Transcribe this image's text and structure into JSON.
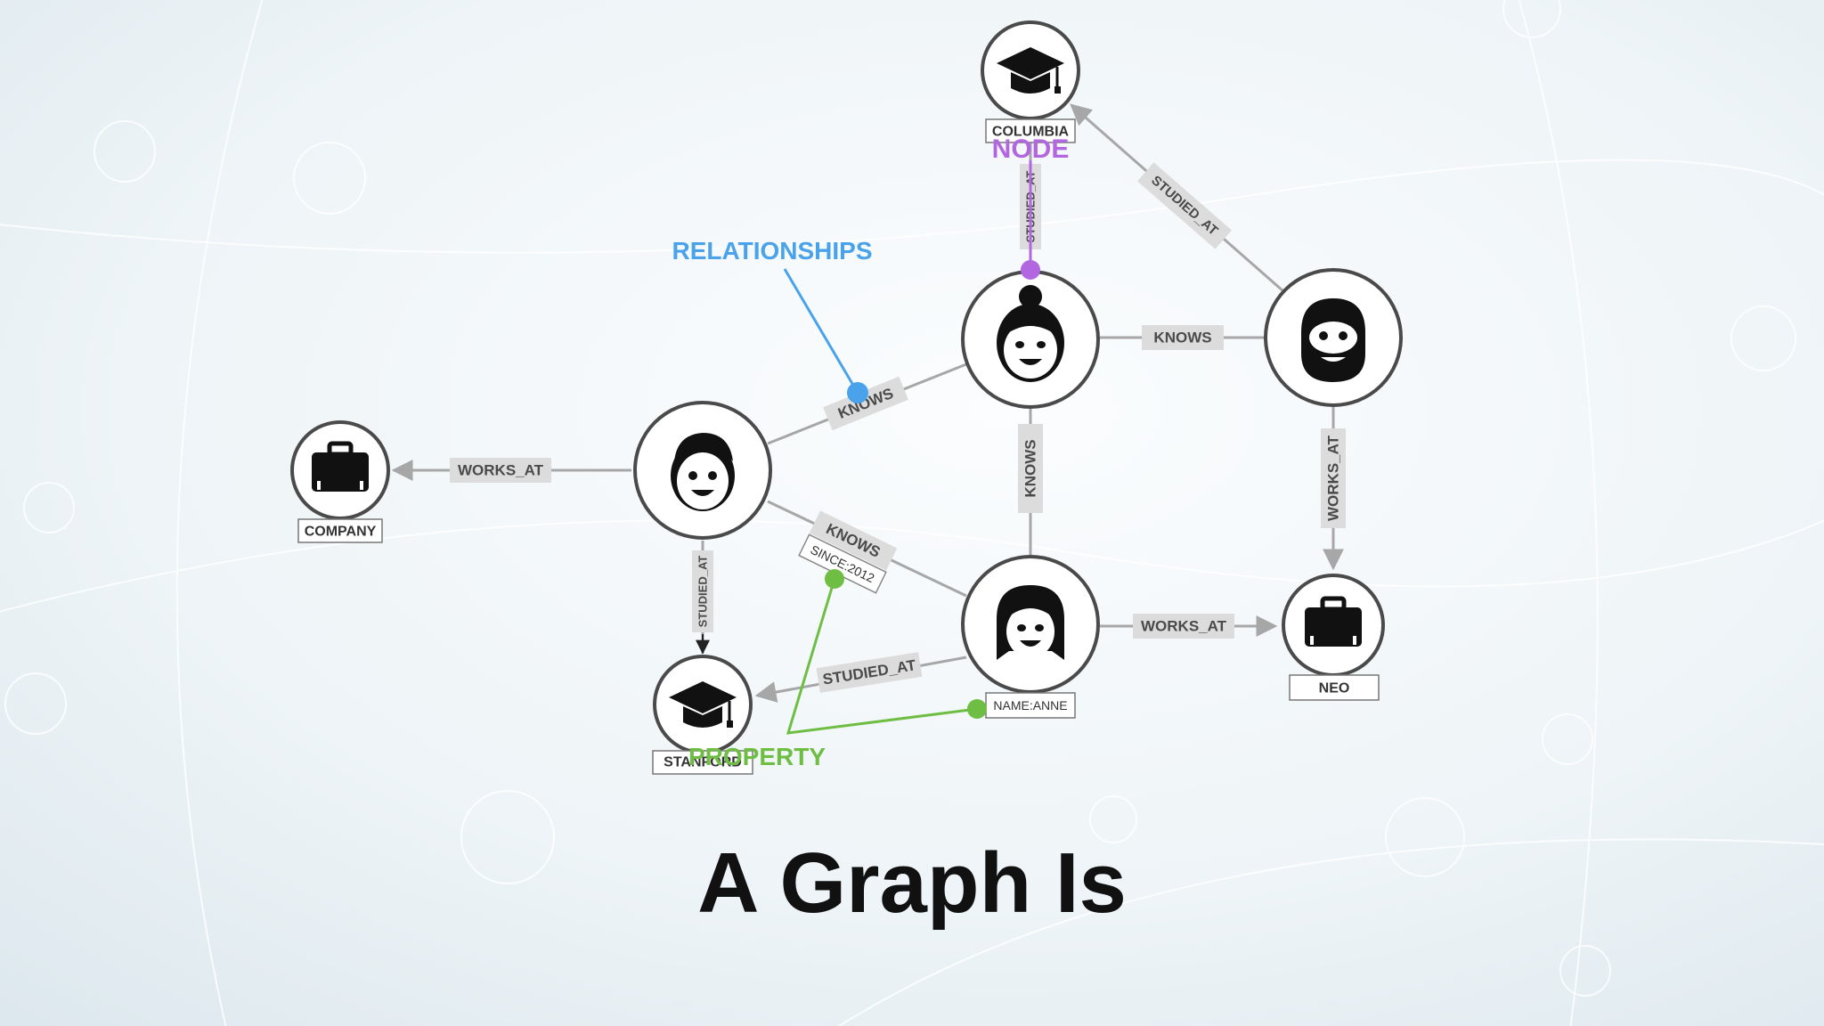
{
  "title": "A Graph Is",
  "colors": {
    "node_accent": "#b266e0",
    "relationship_accent": "#4aa3ea",
    "property_accent": "#6fbe44",
    "edge": "#a7a7a7",
    "label_bg": "#dcdcdc",
    "ink": "#111111"
  },
  "nodes": {
    "columbia": {
      "caption": "COLUMBIA",
      "icon": "graduation-cap-icon"
    },
    "company": {
      "caption": "COMPANY",
      "icon": "briefcase-icon"
    },
    "stanford": {
      "caption": "STANFORD",
      "icon": "graduation-cap-icon"
    },
    "neo": {
      "caption": "NEO",
      "icon": "briefcase-icon"
    },
    "woman_bun": {
      "caption": "",
      "icon": "woman-bun-face-icon"
    },
    "man": {
      "caption": "",
      "icon": "man-face-icon"
    },
    "bearded": {
      "caption": "",
      "icon": "bearded-man-face-icon"
    },
    "anne": {
      "caption": "NAME:ANNE",
      "icon": "woman-long-hair-face-icon"
    }
  },
  "edges": {
    "bun_studied_columbia": "STUDIED_AT",
    "bearded_studied_columbia": "STUDIED_AT",
    "bun_knows_bearded": "KNOWS",
    "man_knows_bun": "KNOWS",
    "bun_knows_anne": "KNOWS",
    "bearded_works_neo": "WORKS_AT",
    "man_works_company": "WORKS_AT",
    "man_knows_anne": "KNOWS",
    "man_knows_anne_property": "SINCE:2012",
    "man_studied_stanford": "STUDIED_AT",
    "anne_studied_stanford": "STUDIED_AT",
    "anne_works_neo": "WORKS_AT"
  },
  "callouts": {
    "node": "NODE",
    "relationships": "RELATIONSHIPS",
    "property": "PROPERTY"
  }
}
